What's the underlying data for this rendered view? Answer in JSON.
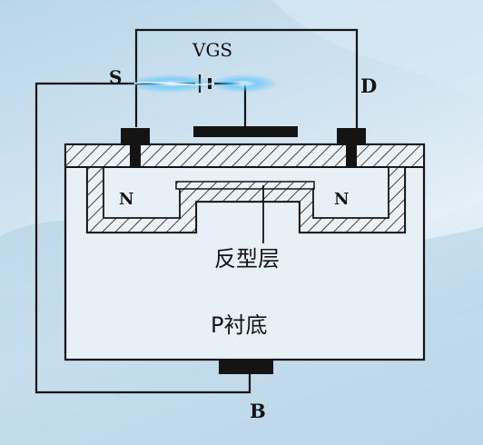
{
  "diagram": {
    "labels": {
      "vgs": "VGS",
      "source": "S",
      "drain": "D",
      "body": "B",
      "n_left": "N",
      "n_right": "N",
      "inversion_layer": "反型层",
      "p_substrate": "P衬底"
    },
    "colors": {
      "line": "#141414",
      "background_light": "#e4eff7",
      "background_blue": "#b9d6e9",
      "wave_blue": "#a9cbe2",
      "glow": "#39b7ff"
    },
    "icons": [
      "battery-symbol",
      "hatched-oxide-layer",
      "hatched-inversion-channel"
    ]
  }
}
